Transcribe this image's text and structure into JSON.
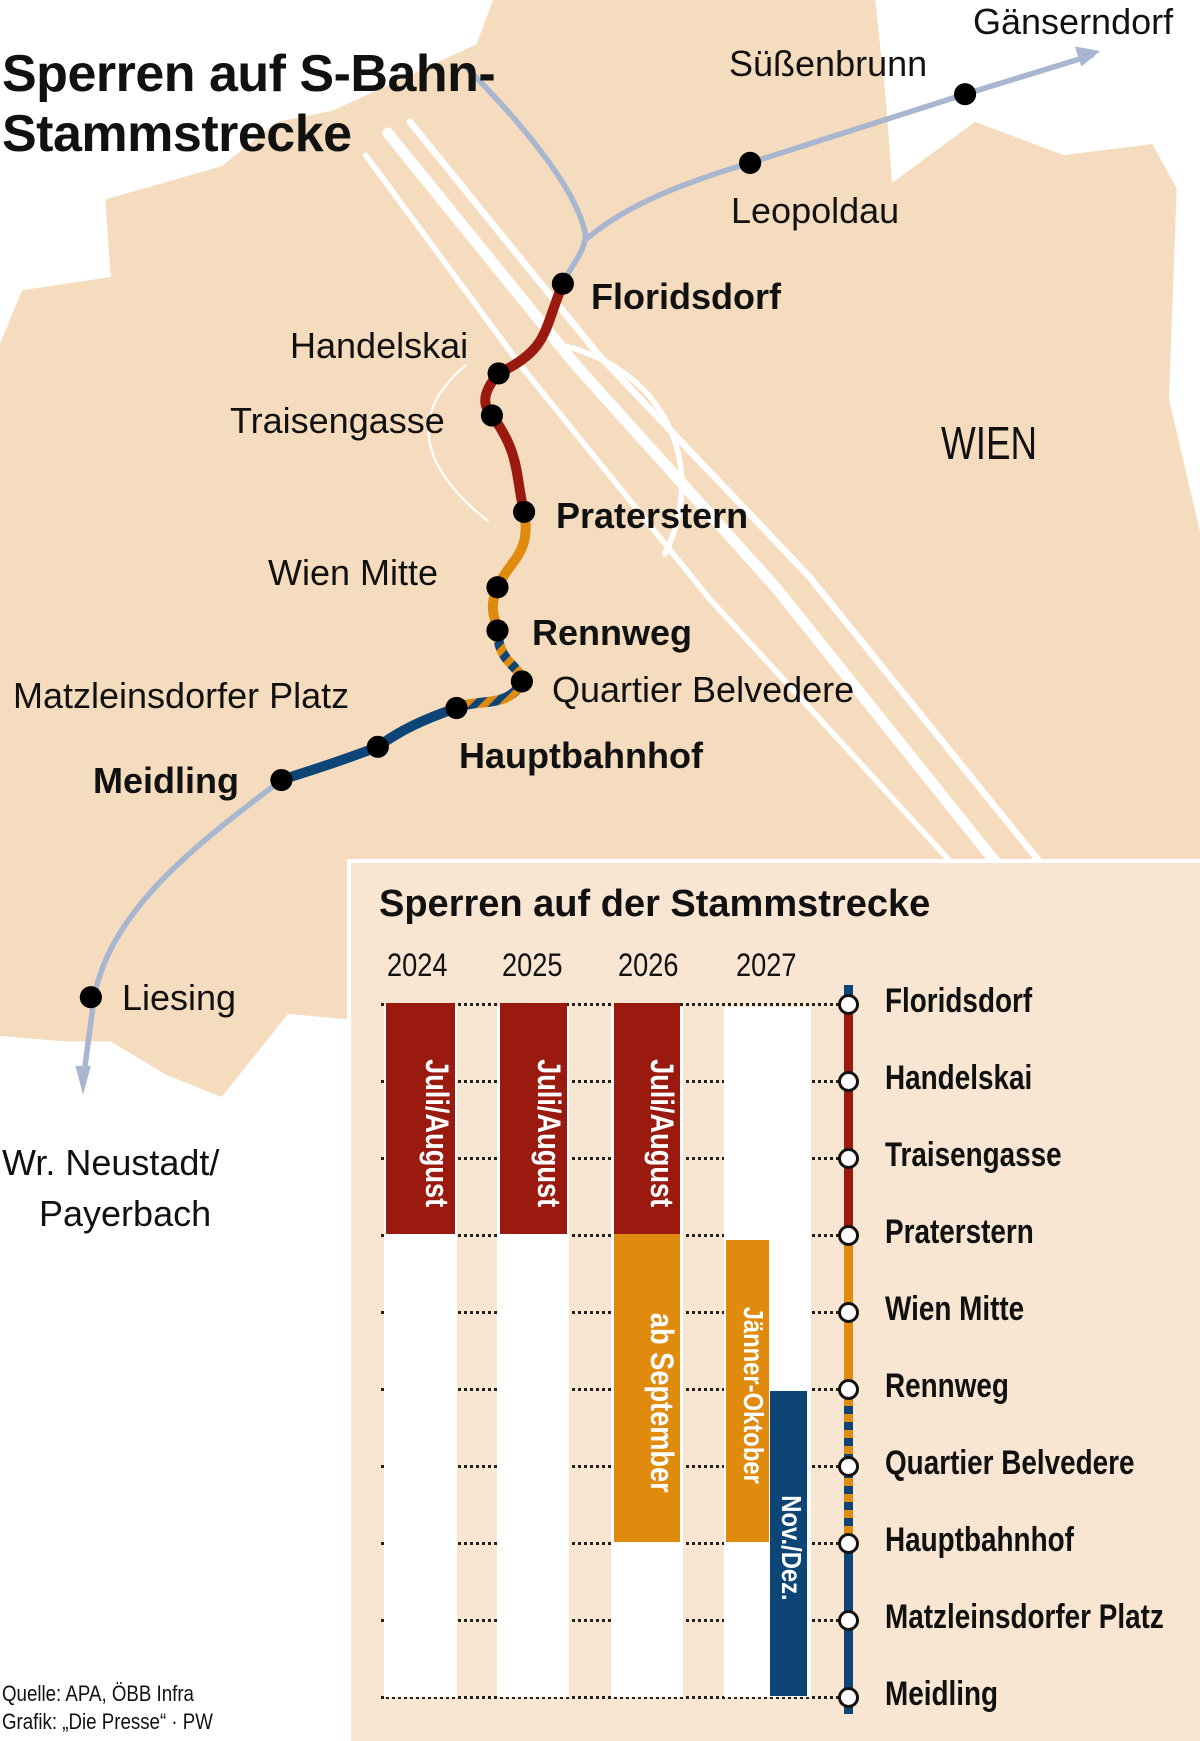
{
  "title": "Sperren auf S-Bahn-Stammstrecke",
  "colors": {
    "land": "#f6dcbe",
    "panel": "#f8e6d2",
    "red": "#9b1a10",
    "orange": "#e08a0e",
    "navy": "#0d4676",
    "track": "#a9b6cf"
  },
  "map": {
    "city_label": "WIEN",
    "stations": {
      "gaenserndorf": "Gänserndorf",
      "suessenbrunn": "Süßenbrunn",
      "leopoldau": "Leopoldau",
      "floridsdorf": "Floridsdorf",
      "handelskai": "Handelskai",
      "traisengasse": "Traisengasse",
      "praterstern": "Praterstern",
      "wien_mitte": "Wien Mitte",
      "rennweg": "Rennweg",
      "quartier_belvedere": "Quartier Belvedere",
      "matzleinsdorfer": "Matzleinsdorfer Platz",
      "hauptbahnhof": "Hauptbahnhof",
      "meidling": "Meidling",
      "liesing": "Liesing",
      "wr_neustadt_1": "Wr. Neustadt/",
      "wr_neustadt_2": "Payerbach"
    }
  },
  "panel": {
    "title": "Sperren auf der Stammstrecke",
    "years": [
      "2024",
      "2025",
      "2026",
      "2027"
    ],
    "stations": [
      "Floridsdorf",
      "Handelskai",
      "Traisengasse",
      "Praterstern",
      "Wien Mitte",
      "Rennweg",
      "Quartier Belvedere",
      "Hauptbahnhof",
      "Matzleinsdorfer Platz",
      "Meidling"
    ],
    "closures": [
      {
        "label": "Juli/August",
        "year": "2024",
        "from": "Floridsdorf",
        "to": "Praterstern",
        "color": "red"
      },
      {
        "label": "Juli/August",
        "year": "2025",
        "from": "Floridsdorf",
        "to": "Praterstern",
        "color": "red"
      },
      {
        "label": "Juli/August",
        "year": "2026",
        "from": "Floridsdorf",
        "to": "Praterstern",
        "color": "red"
      },
      {
        "label": "ab September",
        "year": "2026",
        "from": "Praterstern",
        "to": "Hauptbahnhof",
        "color": "orange"
      },
      {
        "label": "Jänner-Oktober",
        "year": "2027",
        "from": "Praterstern",
        "to": "Hauptbahnhof",
        "color": "orange"
      },
      {
        "label": "Nov./Dez.",
        "year": "2027",
        "from": "Rennweg",
        "to": "Meidling",
        "color": "navy"
      }
    ]
  },
  "credits": {
    "source": "Quelle: APA, ÖBB Infra",
    "graphic": "Grafik: „Die Presse“ · PW"
  }
}
